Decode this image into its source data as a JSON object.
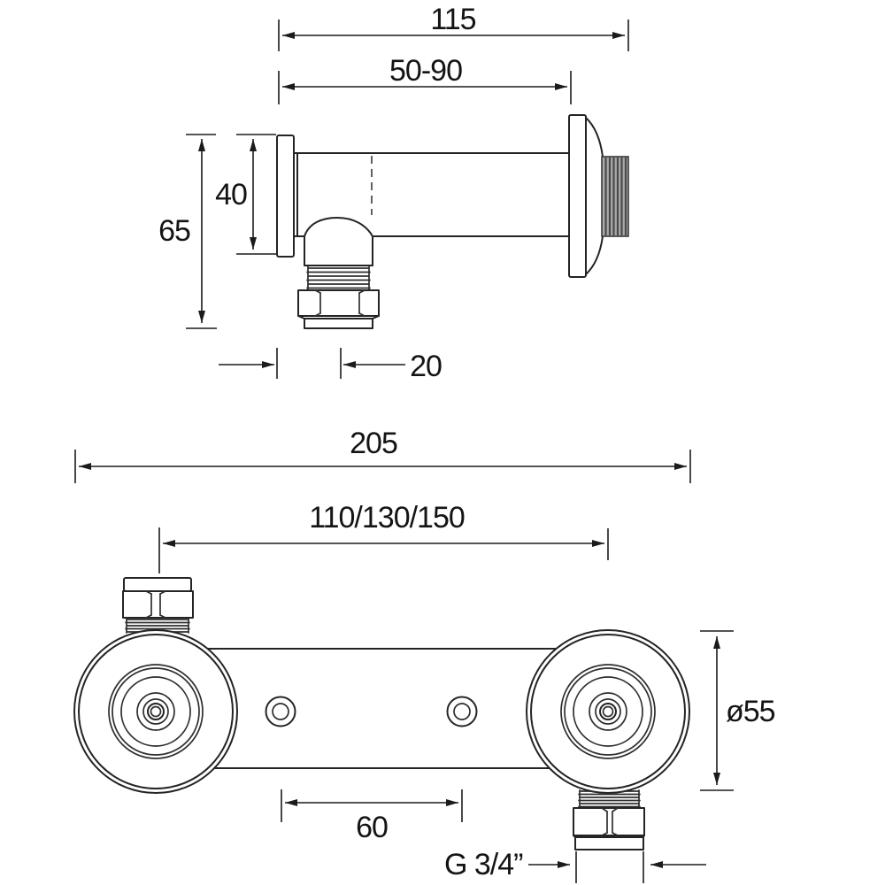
{
  "colors": {
    "line": "#242424",
    "thread_fill": "#a9a9a9",
    "thread_stripe": "#4a4a4a",
    "background": "#ffffff"
  },
  "top_view": {
    "dim_overall_length": "115",
    "dim_adjustable_range": "50-90",
    "dim_overall_height": "65",
    "dim_plate_height": "40",
    "dim_offset": "20"
  },
  "bottom_view": {
    "dim_overall_width": "205",
    "dim_fixing_centres": "110/130/150",
    "dim_valve_diameter": "ø55",
    "dim_hole_spacing": "60",
    "dim_thread_size": "G 3/4”"
  }
}
